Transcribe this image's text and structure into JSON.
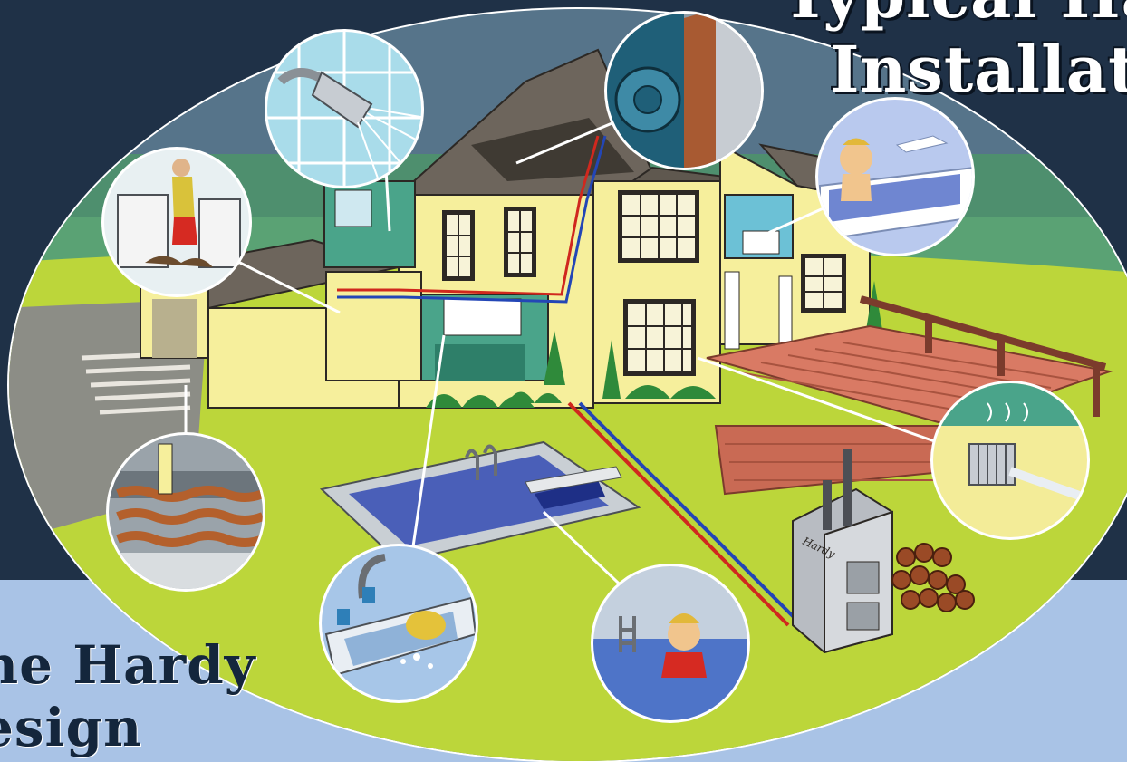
{
  "header": {
    "title_line1": "Typical Ha",
    "title_line2": "Installati"
  },
  "footer": {
    "brand_line1": "he Hardy",
    "brand_line2": "esign"
  },
  "illustration": {
    "boiler_brand": "Hardy",
    "icons": [
      "house-cutaway-icon",
      "shower-head-icon",
      "attic-heat-exchanger-icon",
      "laundry-icon",
      "bathtub-icon",
      "radiant-floor-icon",
      "kitchen-sink-icon",
      "swimming-pool-icon",
      "baseboard-heater-icon",
      "outdoor-wood-boiler-icon",
      "firewood-pile-icon"
    ]
  },
  "colors": {
    "background_dark": "#1f3147",
    "background_light": "#a9c3e6",
    "lawn": "#bcd63a",
    "house_wall": "#f6ef9c",
    "roof": "#6d655c",
    "deck": "#d97a64",
    "pool_water": "#4a5fb8",
    "hot_line": "#d0281e",
    "cold_line": "#2346b6"
  }
}
